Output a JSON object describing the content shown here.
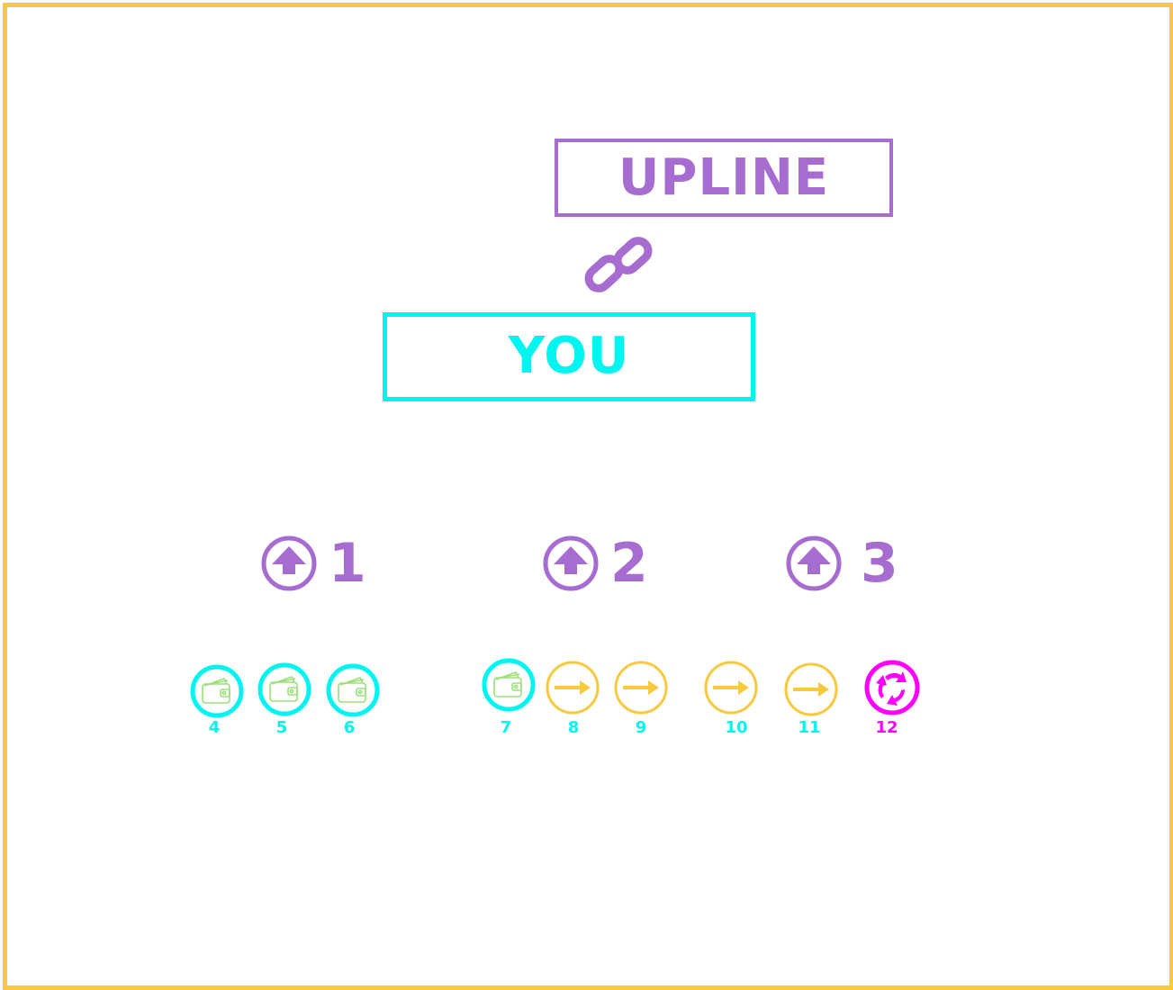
{
  "diagram": {
    "upline_label": "UPLINE",
    "you_label": "YOU",
    "levels": [
      {
        "number": "1"
      },
      {
        "number": "2"
      },
      {
        "number": "3"
      }
    ],
    "nodes": [
      {
        "label": "4",
        "icon": "wallet-icon",
        "status": "wallet"
      },
      {
        "label": "5",
        "icon": "wallet-icon",
        "status": "wallet"
      },
      {
        "label": "6",
        "icon": "wallet-icon",
        "status": "wallet"
      },
      {
        "label": "7",
        "icon": "wallet-icon",
        "status": "wallet"
      },
      {
        "label": "8",
        "icon": "arrow-right-icon",
        "status": "transfer"
      },
      {
        "label": "9",
        "icon": "arrow-right-icon",
        "status": "transfer"
      },
      {
        "label": "10",
        "icon": "arrow-right-icon",
        "status": "transfer"
      },
      {
        "label": "11",
        "icon": "arrow-right-icon",
        "status": "transfer"
      },
      {
        "label": "12",
        "icon": "recycle-icon",
        "status": "recycle"
      }
    ],
    "colors": {
      "frame": "#f8c93c",
      "upline": "#a66ccf",
      "you": "#00f5f0",
      "wallet_ring": "#00f5f0",
      "wallet_icon": "#9be07a",
      "transfer": "#f8c93c",
      "recycle": "#ff00ff"
    }
  }
}
